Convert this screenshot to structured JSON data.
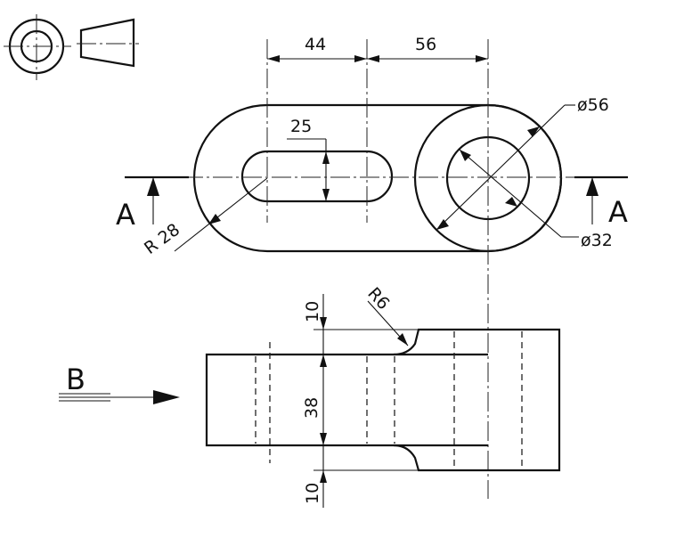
{
  "drawing": {
    "dimensions": {
      "slot_offset": "44",
      "boss_offset": "56",
      "slot_width": "25",
      "radius_end": "R 28",
      "dia_outer": "ø56",
      "dia_inner": "ø32",
      "radius_fillet": "R6",
      "flange_top": "10",
      "flange_bottom": "10",
      "thickness": "38"
    },
    "section_label_left": "A",
    "section_label_right": "A",
    "view_label": "B"
  }
}
